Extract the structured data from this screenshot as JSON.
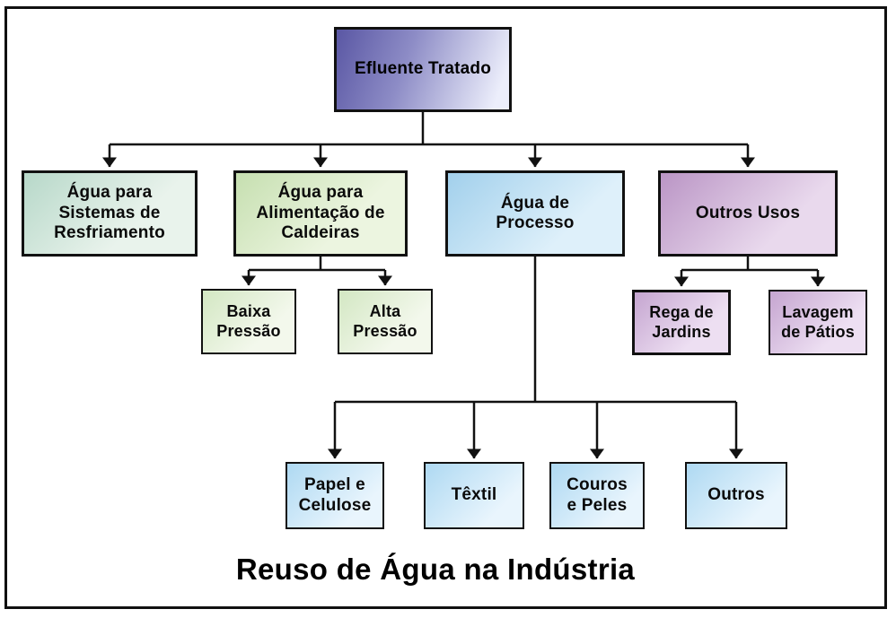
{
  "diagram": {
    "caption": "Reuso de Água na Indústria",
    "nodes": {
      "root": {
        "label": "Efluente Tratado"
      },
      "cooling": {
        "label": "Água para\nSistemas de\nResfriamento"
      },
      "boiler": {
        "label": "Água para\nAlimentação de\nCaldeiras"
      },
      "process": {
        "label": "Água de\nProcesso"
      },
      "other_uses": {
        "label": "Outros Usos"
      },
      "low_pressure": {
        "label": "Baixa\nPressão"
      },
      "high_pressure": {
        "label": "Alta\nPressão"
      },
      "garden_watering": {
        "label": "Rega de\nJardins"
      },
      "yard_washing": {
        "label": "Lavagem\nde Pátios"
      },
      "pulp_paper": {
        "label": "Papel e\nCelulose"
      },
      "textile": {
        "label": "Têxtil"
      },
      "leather_hides": {
        "label": "Couros\ne Peles"
      },
      "others": {
        "label": "Outros"
      }
    },
    "colors": {
      "line": "#111111",
      "frame_border": "#101010",
      "root_gradient": [
        "#5a57a4",
        "#eceefb"
      ],
      "cooling_gradient": [
        "#b7d8c9",
        "#e9f3ec"
      ],
      "boiler_gradient": [
        "#c6dfb0",
        "#ecf5e0"
      ],
      "process_gradient": [
        "#a2d0ec",
        "#def0fa"
      ],
      "other_uses_gradient": [
        "#ba95c5",
        "#e9d9ed"
      ],
      "pressure_gradient": [
        "#d3e7c3",
        "#f3f8ec"
      ],
      "purple_leaf_gradient": [
        "#c5a5d0",
        "#eddff2"
      ],
      "blue_leaf_gradient": [
        "#aed9f2",
        "#e9f5fd"
      ]
    }
  }
}
